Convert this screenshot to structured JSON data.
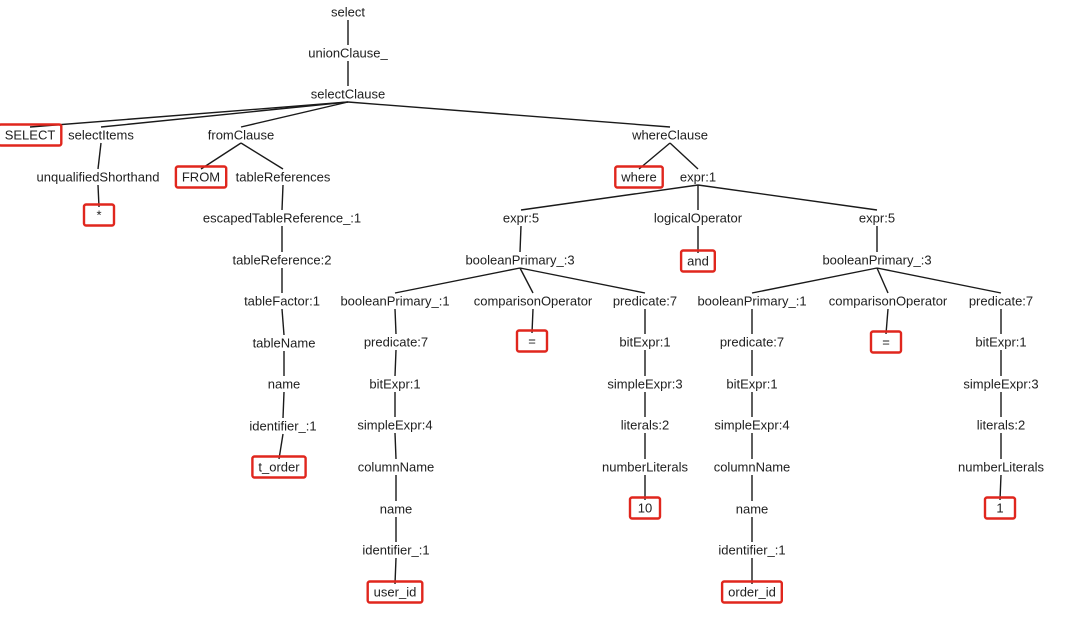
{
  "parse_tree": {
    "nodes": {
      "n0": {
        "label": "select"
      },
      "n1": {
        "label": "unionClause_"
      },
      "n2": {
        "label": "selectClause"
      },
      "n3": {
        "label": "SELECT",
        "highlighted": true
      },
      "n4": {
        "label": "selectItems"
      },
      "n5": {
        "label": "fromClause"
      },
      "n6": {
        "label": "whereClause"
      },
      "n7": {
        "label": "unqualifiedShorthand"
      },
      "n8": {
        "label": "*",
        "highlighted": true
      },
      "n9": {
        "label": "FROM",
        "highlighted": true
      },
      "n10": {
        "label": "tableReferences"
      },
      "n11": {
        "label": "escapedTableReference_:1"
      },
      "n12": {
        "label": "tableReference:2"
      },
      "n13": {
        "label": "tableFactor:1"
      },
      "n14": {
        "label": "tableName"
      },
      "n15": {
        "label": "name"
      },
      "n16": {
        "label": "identifier_:1"
      },
      "n17": {
        "label": "t_order",
        "highlighted": true
      },
      "n18": {
        "label": "where",
        "highlighted": true
      },
      "n19": {
        "label": "expr:1"
      },
      "n20": {
        "label": "expr:5"
      },
      "n21": {
        "label": "logicalOperator"
      },
      "n22": {
        "label": "expr:5"
      },
      "n23": {
        "label": "booleanPrimary_:3"
      },
      "n24": {
        "label": "and",
        "highlighted": true
      },
      "n25": {
        "label": "booleanPrimary_:3"
      },
      "n26": {
        "label": "booleanPrimary_:1"
      },
      "n27": {
        "label": "comparisonOperator"
      },
      "n28": {
        "label": "predicate:7"
      },
      "n29": {
        "label": "predicate:7"
      },
      "n30": {
        "label": "=",
        "highlighted": true
      },
      "n31": {
        "label": "bitExpr:1"
      },
      "n32": {
        "label": "bitExpr:1"
      },
      "n33": {
        "label": "simpleExpr:3"
      },
      "n34": {
        "label": "simpleExpr:4"
      },
      "n35": {
        "label": "literals:2"
      },
      "n36": {
        "label": "columnName"
      },
      "n37": {
        "label": "numberLiterals"
      },
      "n38": {
        "label": "name"
      },
      "n39": {
        "label": "10",
        "highlighted": true
      },
      "n40": {
        "label": "identifier_:1"
      },
      "n41": {
        "label": "user_id",
        "highlighted": true
      },
      "n42": {
        "label": "booleanPrimary_:1"
      },
      "n43": {
        "label": "comparisonOperator"
      },
      "n44": {
        "label": "predicate:7"
      },
      "n45": {
        "label": "predicate:7"
      },
      "n46": {
        "label": "=",
        "highlighted": true
      },
      "n47": {
        "label": "bitExpr:1"
      },
      "n48": {
        "label": "bitExpr:1"
      },
      "n49": {
        "label": "simpleExpr:3"
      },
      "n50": {
        "label": "simpleExpr:4"
      },
      "n51": {
        "label": "literals:2"
      },
      "n52": {
        "label": "columnName"
      },
      "n53": {
        "label": "numberLiterals"
      },
      "n54": {
        "label": "name"
      },
      "n55": {
        "label": "1",
        "highlighted": true
      },
      "n56": {
        "label": "identifier_:1"
      },
      "n57": {
        "label": "order_id",
        "highlighted": true
      }
    },
    "edges": [
      [
        "n0",
        "n1"
      ],
      [
        "n1",
        "n2"
      ],
      [
        "n2",
        "n3"
      ],
      [
        "n2",
        "n4"
      ],
      [
        "n2",
        "n5"
      ],
      [
        "n2",
        "n6"
      ],
      [
        "n4",
        "n7"
      ],
      [
        "n7",
        "n8"
      ],
      [
        "n5",
        "n9"
      ],
      [
        "n5",
        "n10"
      ],
      [
        "n10",
        "n11"
      ],
      [
        "n11",
        "n12"
      ],
      [
        "n12",
        "n13"
      ],
      [
        "n13",
        "n14"
      ],
      [
        "n14",
        "n15"
      ],
      [
        "n15",
        "n16"
      ],
      [
        "n16",
        "n17"
      ],
      [
        "n6",
        "n18"
      ],
      [
        "n6",
        "n19"
      ],
      [
        "n19",
        "n20"
      ],
      [
        "n19",
        "n21"
      ],
      [
        "n19",
        "n22"
      ],
      [
        "n20",
        "n23"
      ],
      [
        "n21",
        "n24"
      ],
      [
        "n22",
        "n25"
      ],
      [
        "n23",
        "n26"
      ],
      [
        "n23",
        "n27"
      ],
      [
        "n23",
        "n28"
      ],
      [
        "n26",
        "n29"
      ],
      [
        "n27",
        "n30"
      ],
      [
        "n28",
        "n31"
      ],
      [
        "n29",
        "n32"
      ],
      [
        "n31",
        "n33"
      ],
      [
        "n32",
        "n34"
      ],
      [
        "n33",
        "n35"
      ],
      [
        "n34",
        "n36"
      ],
      [
        "n35",
        "n37"
      ],
      [
        "n36",
        "n38"
      ],
      [
        "n37",
        "n39"
      ],
      [
        "n38",
        "n40"
      ],
      [
        "n40",
        "n41"
      ],
      [
        "n25",
        "n42"
      ],
      [
        "n25",
        "n43"
      ],
      [
        "n25",
        "n44"
      ],
      [
        "n42",
        "n45"
      ],
      [
        "n43",
        "n46"
      ],
      [
        "n44",
        "n47"
      ],
      [
        "n45",
        "n48"
      ],
      [
        "n47",
        "n49"
      ],
      [
        "n48",
        "n50"
      ],
      [
        "n49",
        "n51"
      ],
      [
        "n50",
        "n52"
      ],
      [
        "n51",
        "n53"
      ],
      [
        "n52",
        "n54"
      ],
      [
        "n53",
        "n55"
      ],
      [
        "n54",
        "n56"
      ],
      [
        "n56",
        "n57"
      ]
    ]
  },
  "colors": {
    "background": "#ffffff",
    "edge": "#1a1a1a",
    "text": "#202020",
    "highlight_box": "#e0261d"
  }
}
